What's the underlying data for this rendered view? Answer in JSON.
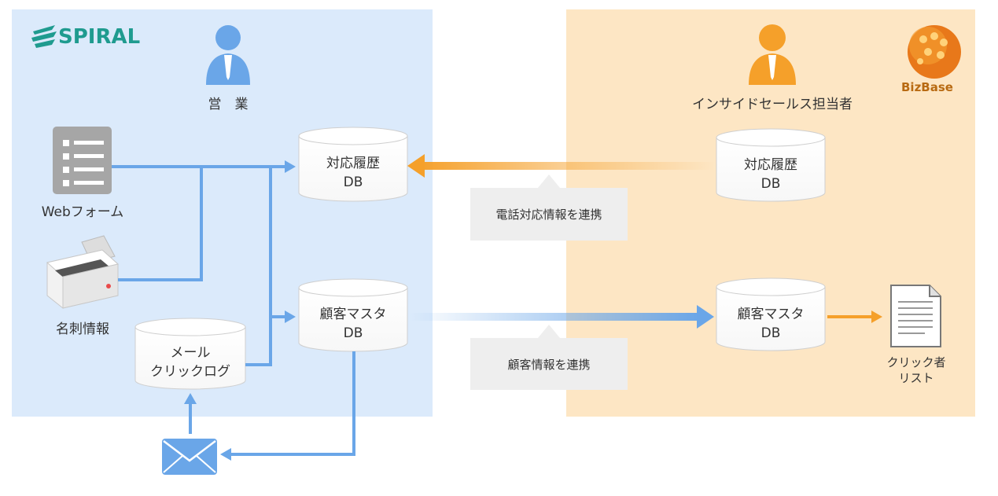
{
  "panels": {
    "left": {
      "color": "#dbeafb"
    },
    "right": {
      "color": "#fde6c4"
    }
  },
  "logos": {
    "spiral": "SPIRAL",
    "bizbase": "BizBase"
  },
  "people": {
    "sales": {
      "label": "営　業",
      "color": "#6aa6e8"
    },
    "inside_sales": {
      "label": "インサイドセールス担当者",
      "color": "#f5a02a"
    }
  },
  "sources": {
    "web_form": "Webフォーム",
    "business_card": "名刺情報"
  },
  "databases": {
    "left_history": "対応履歴\nDB",
    "left_customer": "顧客マスタ\nDB",
    "mail_click_log": "メール\nクリックログ",
    "right_history": "対応履歴\nDB",
    "right_customer": "顧客マスタ\nDB"
  },
  "callouts": {
    "phone_info": "電話対応情報を連携",
    "customer_info": "顧客情報を連携"
  },
  "click_list": "クリック者\nリスト",
  "colors": {
    "blue_arrow": "#6aa6e8",
    "orange_arrow": "#f5a02a",
    "grey_icon": "#a6a6a6"
  }
}
